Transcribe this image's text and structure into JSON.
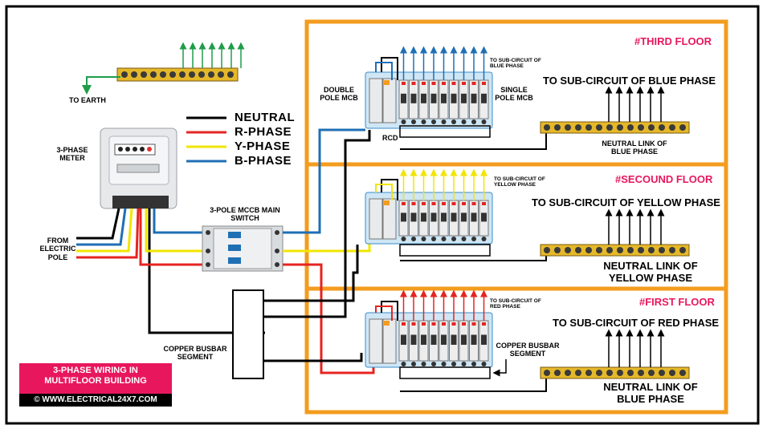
{
  "title": "3-PHASE WIRING IN MULTIFLOOR BUILDING",
  "credit": "© WWW.ELECTRICAL24X7.COM",
  "legend": [
    {
      "label": "NEUTRAL",
      "color": "#000000"
    },
    {
      "label": "R-PHASE",
      "color": "#e52421"
    },
    {
      "label": "Y-PHASE",
      "color": "#f2e500"
    },
    {
      "label": "B-PHASE",
      "color": "#1f6fb5"
    }
  ],
  "colors": {
    "frame": "#f39c1f",
    "busbar": "#e5b82a",
    "earth_arrow": "#1f9d4a",
    "floor_tag": "#e8175d"
  },
  "labels": {
    "to_earth": "TO EARTH",
    "meter": "3-PHASE METER",
    "from_pole": "FROM ELECTRIC POLE",
    "mccb": "3-POLE MCCB MAIN SWITCH",
    "busbar_left": "COPPER BUSBAR SEGMENT",
    "busbar_right": "COPPER BUSBAR SEGMENT"
  },
  "floors": [
    {
      "tag": "#THIRD FLOOR",
      "subcircuit_small": "TO SUB-CIRCUIT OF BLUE PHASE",
      "subcircuit_big": "TO SUB-CIRCUIT OF BLUE PHASE",
      "neutral_link": "NEUTRAL LINK OF BLUE PHASE",
      "double_pole": "DOUBLE POLE MCB",
      "single_pole": "SINGLE POLE MCB",
      "rcd": "RCD"
    },
    {
      "tag": "#SECOUND FLOOR",
      "subcircuit_small": "TO SUB-CIRCUIT OF YELLOW PHASE",
      "subcircuit_big": "TO SUB-CIRCUIT OF YELLOW PHASE",
      "neutral_link": "NEUTRAL LINK OF YELLOW PHASE"
    },
    {
      "tag": "#FIRST FLOOR",
      "subcircuit_small": "TO SUB-CIRCUIT OF RED PHASE",
      "subcircuit_big": "TO SUB-CIRCUIT OF RED PHASE",
      "neutral_link": "NEUTRAL LINK OF BLUE PHASE"
    }
  ]
}
